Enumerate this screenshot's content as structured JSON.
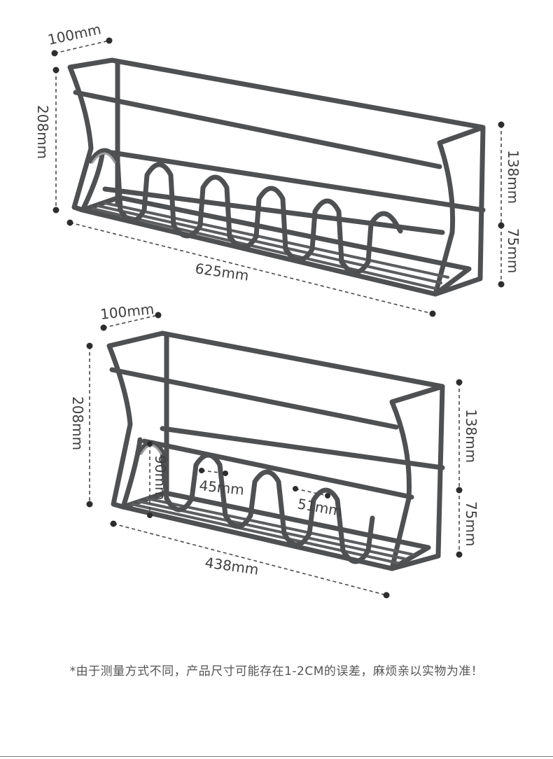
{
  "rack_large": {
    "depth": "100mm",
    "height": "208mm",
    "width": "625mm",
    "upper_height": "138mm",
    "lower_height": "75mm"
  },
  "rack_small": {
    "depth": "100mm",
    "height": "208mm",
    "width": "438mm",
    "upper_height": "138mm",
    "lower_height": "75mm",
    "loop_height": "90mm",
    "loop_width": "45mm",
    "loop_gap": "51mm"
  },
  "footnote": "*由于测量方式不同，产品尺寸可能存在1-2CM的误差，麻烦亲以实物为准！",
  "colors": {
    "rack": "#4e5052",
    "dimension": "#3f3f3f",
    "background": "#ffffff"
  }
}
